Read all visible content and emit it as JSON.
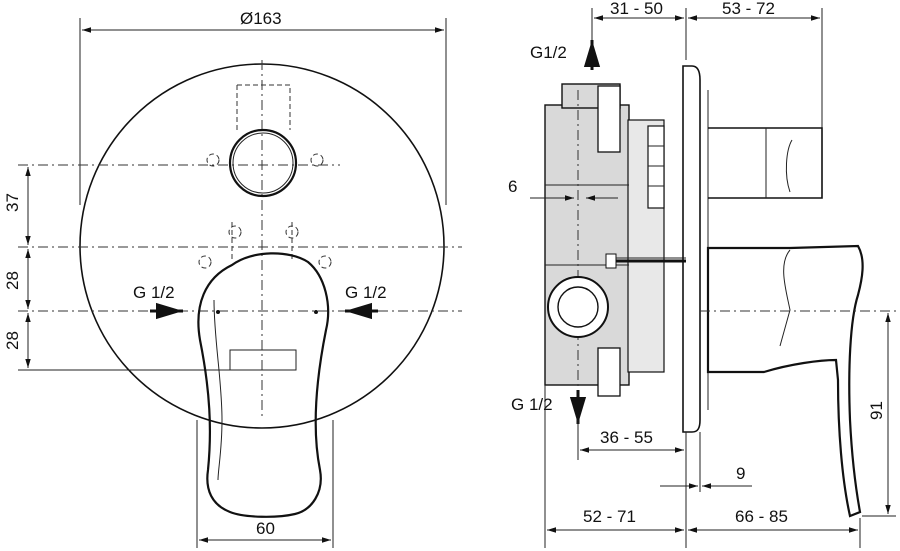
{
  "front_view": {
    "diameter_label": "Ø163",
    "dim_37": "37",
    "dim_28_upper": "28",
    "dim_28_lower": "28",
    "inlet_left": "G 1/2",
    "inlet_right": "G 1/2",
    "width_60": "60"
  },
  "side_view": {
    "outlet_top": "G1/2",
    "outlet_bottom": "G 1/2",
    "dim_31_50": "31 - 50",
    "dim_53_72": "53 - 72",
    "dim_6": "6",
    "dim_36_55": "36 - 55",
    "dim_9": "9",
    "dim_52_71": "52 - 71",
    "dim_66_85": "66 - 85",
    "dim_91": "91"
  }
}
